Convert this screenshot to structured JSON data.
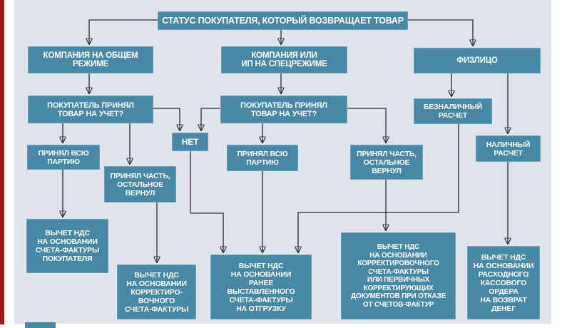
{
  "theme": {
    "bg": "#dfe4eb",
    "teal": "#4688a5",
    "ink": "#ffffff",
    "line": "#2d2d2d",
    "stripe": "#9b1b1b",
    "page": "#ffffff"
  },
  "flowchart": {
    "title": "СТАТУС ПОКУПАТЕЛЯ, КОТОРЫЙ ВОЗВРАЩАЕТ ТОВАР",
    "nodes": {
      "title": "СТАТУС ПОКУПАТЕЛЯ, КОТОРЫЙ ВОЗВРАЩАЕТ ТОВАР",
      "company_general": "КОМПАНИЯ НА ОБЩЕМ\nРЕЖИМЕ",
      "company_special": "КОМПАНИЯ ИЛИ\nИП НА СПЕЦРЕЖИМЕ",
      "individual": "ФИЗЛИЦО",
      "question_left": "ПОКУПАТЕЛЬ ПРИНЯЛ\nТОВАР НА УЧЕТ?",
      "question_mid": "ПОКУПАТЕЛЬ ПРИНЯЛ\nТОВАР НА УЧЕТ?",
      "cashless": "БЕЗНАЛИЧНЫЙ\nРАСЧЕТ",
      "cash": "НАЛИЧНЫЙ\nРАСЧЕТ",
      "accepted_all_left": "ПРИНЯЛ ВСЮ\nПАРТИЮ",
      "accepted_part_left": "ПРИНЯЛ ЧАСТЬ,\nОСТАЛЬНОЕ\nВЕРНУЛ",
      "no_answer": "НЕТ",
      "accepted_all_mid": "ПРИНЯЛ ВСЮ\nПАРТИЮ",
      "accepted_part_mid": "ПРИНЯЛ ЧАСТЬ,\nОСТАЛЬНОЕ\nВЕРНУЛ",
      "deduction_buyer_invoice": "ВЫЧЕТ НДС\nНА ОСНОВАНИИ\nСЧЕТА-ФАКТУРЫ\nПОКУПАТЕЛЯ",
      "deduction_corrective_invoice": "ВЫЧЕТ НДС\nНА ОСНОВАНИИ\nКОРРЕКТИРО-\nВОЧНОГО\nСЧЕТА-ФАКТУРЫ",
      "deduction_shipping_invoice": "ВЫЧЕТ НДС\nНА ОСНОВАНИИ\nРАНЕЕ\nВЫСТАВЛЕННОГО\nСЧЕТА-ФАКТУРЫ\nНА ОТГРУЗКУ",
      "deduction_corrective_docs": "ВЫЧЕТ НДС\nНА ОСНОВАНИИ\nКОРРЕКТИРОВОЧНОГО\nСЧЕТА-ФАКТУРЫ\nИЛИ ПЕРВИЧНЫХ\nКОРРЕКТИРУЮЩИХ\nДОКУМЕНТОВ ПРИ ОТКАЗЕ\nОТ СЧЕТОВ-ФАКТУР",
      "deduction_cash_order": "ВЫЧЕТ НДС\nНА ОСНОВАНИИ\nРАСХОДНОГО\nКАССОВОГО\nОРДЕРА\nНА ВОЗВРАТ\nДЕНЕГ"
    },
    "edges": [
      {
        "from": "title",
        "to": "company_general"
      },
      {
        "from": "title",
        "to": "company_special"
      },
      {
        "from": "title",
        "to": "individual"
      },
      {
        "from": "company_general",
        "to": "question_left"
      },
      {
        "from": "company_special",
        "to": "question_mid"
      },
      {
        "from": "question_left",
        "to": "accepted_all_left"
      },
      {
        "from": "question_left",
        "to": "accepted_part_left"
      },
      {
        "from": "question_left",
        "to": "no_answer"
      },
      {
        "from": "question_mid",
        "to": "no_answer"
      },
      {
        "from": "question_mid",
        "to": "accepted_all_mid"
      },
      {
        "from": "question_mid",
        "to": "accepted_part_mid"
      },
      {
        "from": "individual",
        "to": "cashless"
      },
      {
        "from": "individual",
        "to": "cash"
      },
      {
        "from": "accepted_all_left",
        "to": "deduction_buyer_invoice"
      },
      {
        "from": "accepted_part_left",
        "to": "deduction_corrective_invoice"
      },
      {
        "from": "no_answer",
        "to": "deduction_shipping_invoice"
      },
      {
        "from": "accepted_all_mid",
        "to": "deduction_shipping_invoice"
      },
      {
        "from": "cashless",
        "to": "deduction_shipping_invoice"
      },
      {
        "from": "accepted_part_mid",
        "to": "deduction_corrective_docs"
      },
      {
        "from": "cash",
        "to": "deduction_cash_order"
      }
    ]
  }
}
